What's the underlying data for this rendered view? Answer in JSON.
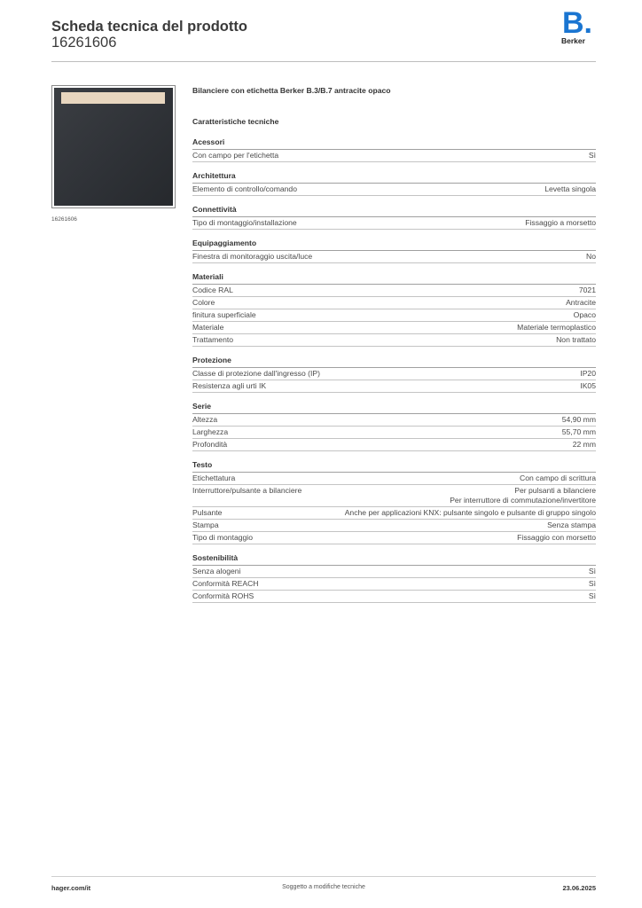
{
  "header": {
    "title": "Scheda tecnica del prodotto",
    "product_number": "16261606",
    "logo_letter": "B.",
    "logo_text": "Berker"
  },
  "image": {
    "caption": "16261606"
  },
  "product_name": "Bilanciere con etichetta Berker B.3/B.7 antracite opaco",
  "characteristics_title": "Caratteristiche tecniche",
  "sections": [
    {
      "title": "Acessori",
      "rows": [
        {
          "label": "Con campo per l'etichetta",
          "value": "Sì"
        }
      ]
    },
    {
      "title": "Architettura",
      "rows": [
        {
          "label": "Elemento di controllo/comando",
          "value": "Levetta singola"
        }
      ]
    },
    {
      "title": "Connettività",
      "rows": [
        {
          "label": "Tipo di montaggio/installazione",
          "value": "Fissaggio a morsetto"
        }
      ]
    },
    {
      "title": "Equipaggiamento",
      "rows": [
        {
          "label": "Finestra di monitoraggio uscita/luce",
          "value": "No"
        }
      ]
    },
    {
      "title": "Materiali",
      "rows": [
        {
          "label": "Codice RAL",
          "value": "7021"
        },
        {
          "label": "Colore",
          "value": "Antracite"
        },
        {
          "label": "finitura superficiale",
          "value": "Opaco"
        },
        {
          "label": "Materiale",
          "value": "Materiale termoplastico"
        },
        {
          "label": "Trattamento",
          "value": "Non trattato"
        }
      ]
    },
    {
      "title": "Protezione",
      "rows": [
        {
          "label": "Classe di protezione dall'ingresso (IP)",
          "value": "IP20"
        },
        {
          "label": "Resistenza agli urti IK",
          "value": "IK05"
        }
      ]
    },
    {
      "title": "Serie",
      "rows": [
        {
          "label": "Altezza",
          "value": "54,90 mm"
        },
        {
          "label": "Larghezza",
          "value": "55,70 mm"
        },
        {
          "label": "Profondità",
          "value": "22 mm"
        }
      ]
    },
    {
      "title": "Testo",
      "rows": [
        {
          "label": "Etichettatura",
          "value": "Con campo di scrittura"
        },
        {
          "label": "Interruttore/pulsante a bilanciere",
          "value": "Per pulsanti a bilanciere\nPer interruttore di commutazione/invertitore"
        },
        {
          "label": "Pulsante",
          "value": "Anche per applicazioni KNX: pulsante singolo e pulsante di gruppo singolo"
        },
        {
          "label": "Stampa",
          "value": "Senza stampa"
        },
        {
          "label": "Tipo di montaggio",
          "value": "Fissaggio con morsetto"
        }
      ]
    },
    {
      "title": "Sostenibilità",
      "rows": [
        {
          "label": "Senza alogeni",
          "value": "Sì"
        },
        {
          "label": "Conformità REACH",
          "value": "Sì"
        },
        {
          "label": "Conformità ROHS",
          "value": "Sì"
        }
      ]
    }
  ],
  "footer": {
    "website": "hager.com/it",
    "note": "Soggetto a modifiche tecniche",
    "date": "23.06.2025"
  },
  "colors": {
    "brand_blue": "#1a75d1",
    "product_dark": "#2f3237",
    "label_beige": "#e8d6bf"
  }
}
